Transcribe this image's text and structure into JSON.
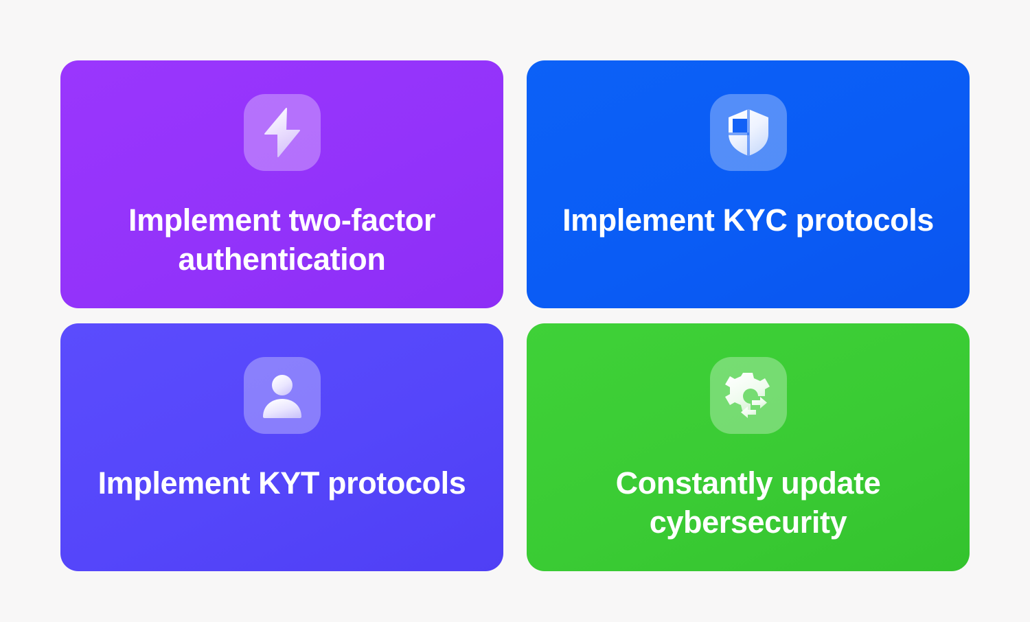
{
  "page": {
    "background_color": "#f8f7f7",
    "layout": "2x2-card-grid",
    "text_color": "#ffffff"
  },
  "cards": [
    {
      "id": "two-factor-authentication",
      "title": "Implement two-factor authentication",
      "icon": "lightning-bolt-icon",
      "color": "#9333fa",
      "icon_tile_color": "rgba(255,255,255,0.30)"
    },
    {
      "id": "kyc-protocols",
      "title": "Implement KYC protocols",
      "icon": "shield-icon",
      "color": "#0a5cf5",
      "icon_tile_color": "rgba(255,255,255,0.30)"
    },
    {
      "id": "kyt-protocols",
      "title": "Implement KYT protocols",
      "icon": "user-person-icon",
      "color": "#5546fa",
      "icon_tile_color": "rgba(255,255,255,0.30)"
    },
    {
      "id": "update-cybersecurity",
      "title": "Constantly update cybersecurity",
      "icon": "gear-refresh-icon",
      "color": "#3acb34",
      "icon_tile_color": "rgba(255,255,255,0.30)"
    }
  ]
}
